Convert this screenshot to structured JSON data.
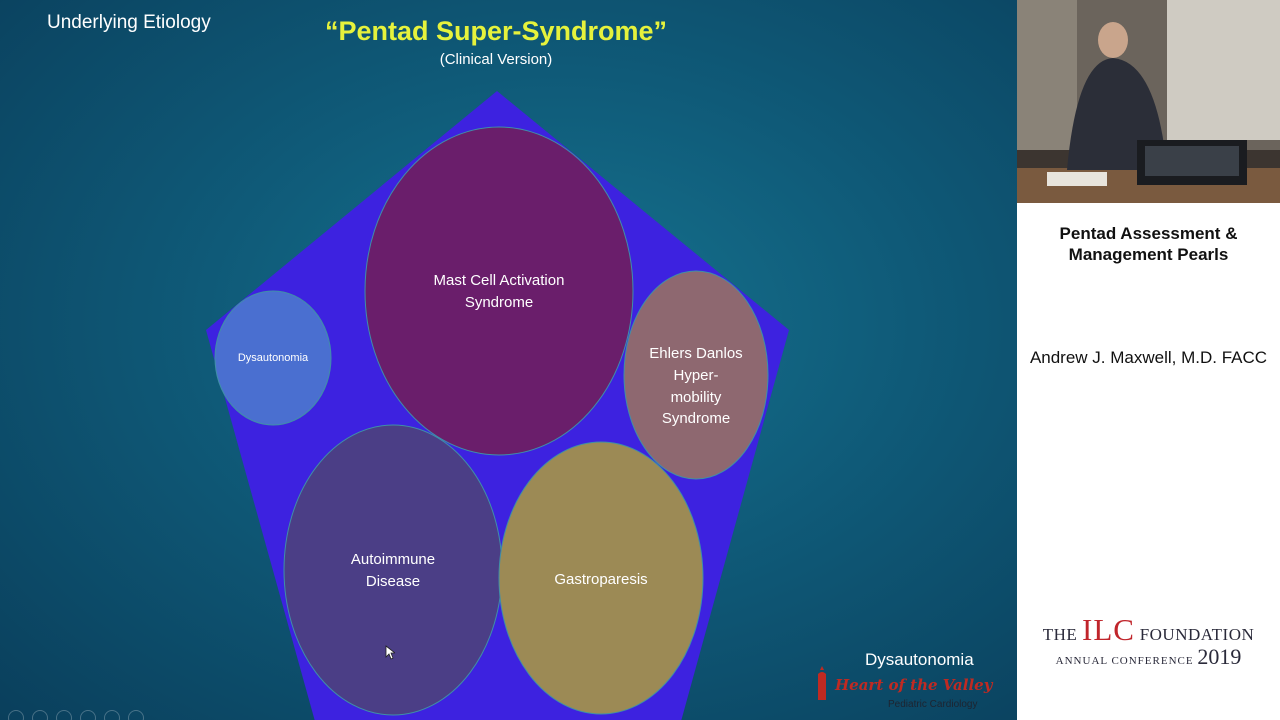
{
  "slide": {
    "section_label": "Underlying Etiology",
    "title": "“Pentad Super-Syndrome”",
    "subtitle": "(Clinical Version)",
    "circles": {
      "mast_cell": [
        "Mast Cell Activation",
        "Syndrome"
      ],
      "dysautonomia": [
        "Dysautonomia"
      ],
      "ehlers_danlos": [
        "Ehlers Danlos",
        "Hyper-",
        "mobility",
        "Syndrome"
      ],
      "autoimmune": [
        "Autoimmune",
        "Disease"
      ],
      "gastroparesis": [
        "Gastroparesis"
      ]
    },
    "footer": {
      "topic": "Dysautonomia",
      "logo_script": "Heart of the Valley",
      "logo_subtitle": "Pediatric Cardiology"
    },
    "colors": {
      "pentagon": "#3d22e0",
      "mast_cell": "#6a1e6b",
      "dysautonomia": "#4a6fd0",
      "ehlers_danlos": "#8e6870",
      "autoimmune": "#4b3e86",
      "gastroparesis": "#9c8a55",
      "title": "#e6f23c"
    }
  },
  "sidebar": {
    "presentation_title_line1": "Pentad Assessment &",
    "presentation_title_line2": "Management Pearls",
    "presenter": "Andrew J. Maxwell, M.D. FACC",
    "conference": {
      "the": "THE",
      "ilc": "ILC",
      "foundation": "FOUNDATION",
      "annual": "ANNUAL CONFERENCE",
      "year": "2019"
    }
  }
}
